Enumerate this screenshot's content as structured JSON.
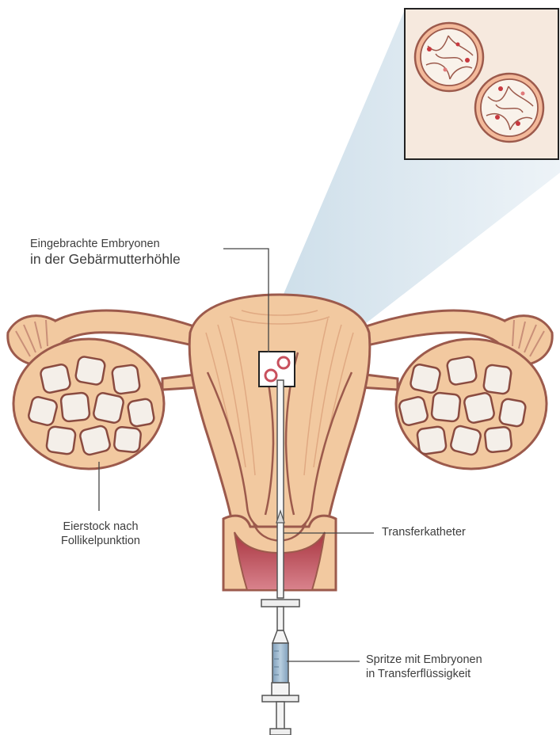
{
  "labels": {
    "embryos_line1": "Eingebrachte Embryonen",
    "embryos_line2": "in der Gebärmutterhöhle",
    "ovary_line1": "Eierstock nach",
    "ovary_line2": "Follikelpunktion",
    "catheter": "Transferkatheter",
    "syringe_line1": "Spritze mit Embryonen",
    "syringe_line2": "in Transferflüssigkeit"
  },
  "colors": {
    "tissue": "#f2c9a0",
    "tissue_dark": "#e3ad82",
    "outline": "#9c5a4c",
    "inset_bg": "#f6e9de",
    "embryo_ring": "#e39a8a",
    "cervix_red": "#b8454f",
    "syringe_fluid": "#9fb8cf",
    "beam": "#a9c5d8"
  }
}
